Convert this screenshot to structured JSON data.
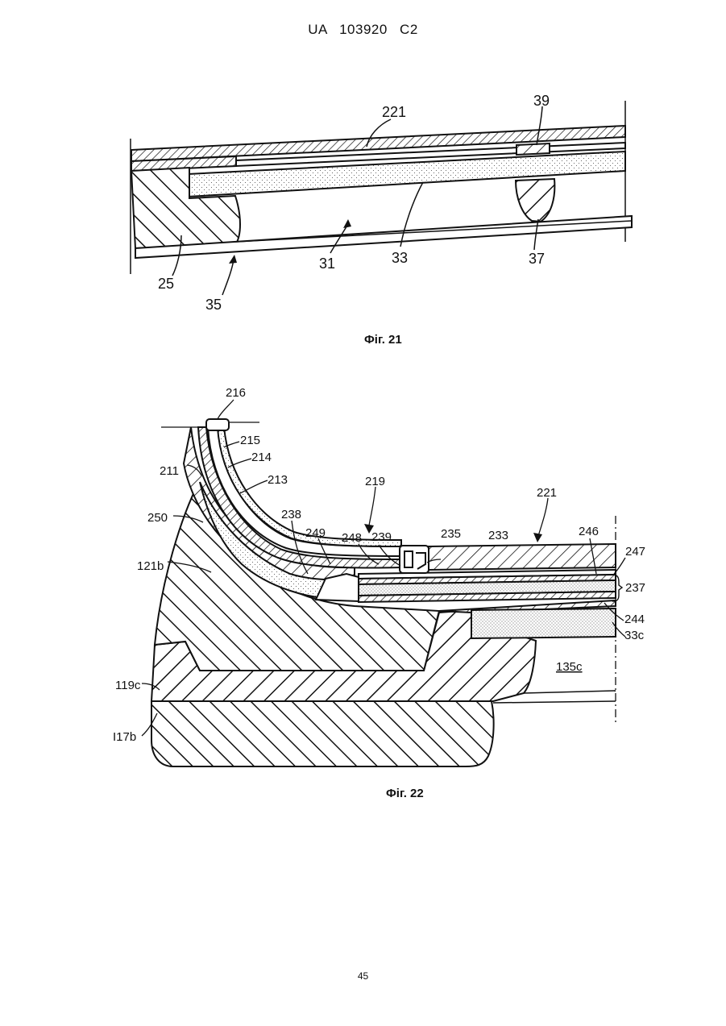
{
  "header": {
    "text": "UA   103920   C2"
  },
  "figure21": {
    "caption": "Фіг. 21",
    "labels": {
      "l221": "221",
      "l39": "39",
      "l25": "25",
      "l35": "35",
      "l31": "31",
      "l33": "33",
      "l37": "37"
    }
  },
  "figure22": {
    "caption": "Фіг. 22",
    "labels": {
      "l216": "216",
      "l215": "215",
      "l214": "214",
      "l211": "211",
      "l213": "213",
      "l219": "219",
      "l221": "221",
      "l250": "250",
      "l238": "238",
      "l249": "249",
      "l248": "248",
      "l239": "239",
      "l235": "235",
      "l233": "233",
      "l246": "246",
      "l247": "247",
      "l121b": "121b",
      "l237": "237",
      "l244": "244",
      "l33c": "33c",
      "l135c": "135c",
      "l119c": "119c",
      "l117b": "I17b"
    }
  },
  "footer": {
    "page_number": "45"
  }
}
